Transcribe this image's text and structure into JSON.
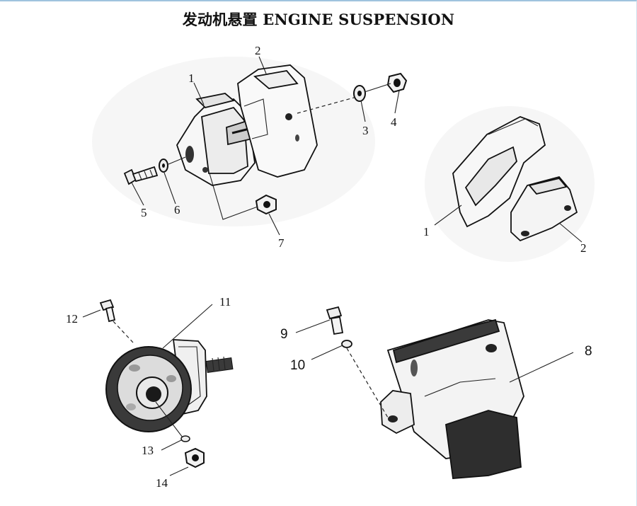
{
  "title": "发动机悬置 ENGINE SUSPENSION",
  "callouts": {
    "c1": "1",
    "c2": "2",
    "c3": "3",
    "c4": "4",
    "c5": "5",
    "c6": "6",
    "c7": "7",
    "d1": "1",
    "d2": "2",
    "c8": "8",
    "c9": "9",
    "c10": "10",
    "c11": "11",
    "c12": "12",
    "c13": "13",
    "c14": "14"
  },
  "colors": {
    "frame_top": "#9fc3de",
    "ink": "#111111",
    "part_fill": "#f4f4f4",
    "shadow": "#3a3a3a"
  }
}
